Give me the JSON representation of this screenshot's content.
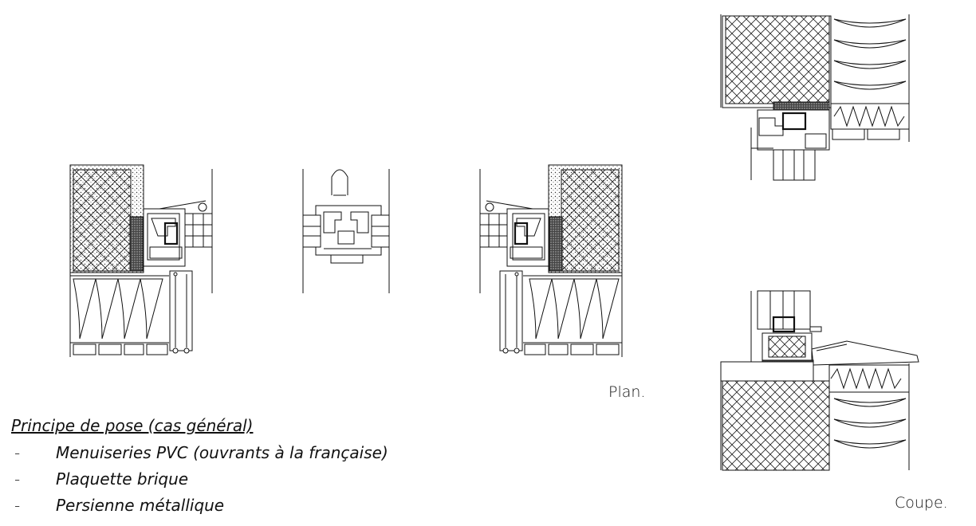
{
  "labels": {
    "plan": "Plan.",
    "coupe": "Coupe."
  },
  "notes": {
    "title": "Principe de pose (cas général)",
    "items": [
      {
        "dash": "-",
        "text": "Menuiseries PVC (ouvrants à la française)"
      },
      {
        "dash": "-",
        "text": "Plaquette brique"
      },
      {
        "dash": "-",
        "text": "Persienne métallique"
      }
    ]
  }
}
